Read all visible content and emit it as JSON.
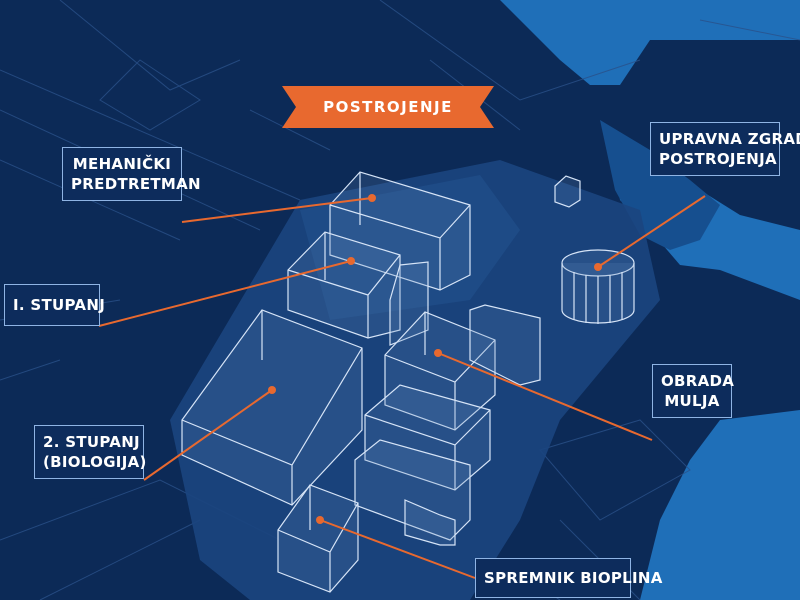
{
  "title": "POSTROJENJE",
  "labels": {
    "mehanicki": {
      "line1": "MEHANIČKI",
      "line2": "PREDTRETMAN"
    },
    "stupanj1": {
      "line1": "I. STUPANJ"
    },
    "stupanj2": {
      "line1": "2. STUPANJ",
      "line2": "(BIOLOGIJA)"
    },
    "upravna": {
      "line1": "UPRAVNA ZGRADA",
      "line2": "POSTROJENJA"
    },
    "obrada": {
      "line1": "OBRADA",
      "line2": "MULJA"
    },
    "spremnik": {
      "line1": "SPREMNIK BIOPLINA"
    }
  },
  "colors": {
    "background": "#0c2a57",
    "river": "#1f6fb8",
    "accent": "#e8692f",
    "wireframe": "#d6e4f7",
    "label_border": "#8fb4e4"
  }
}
